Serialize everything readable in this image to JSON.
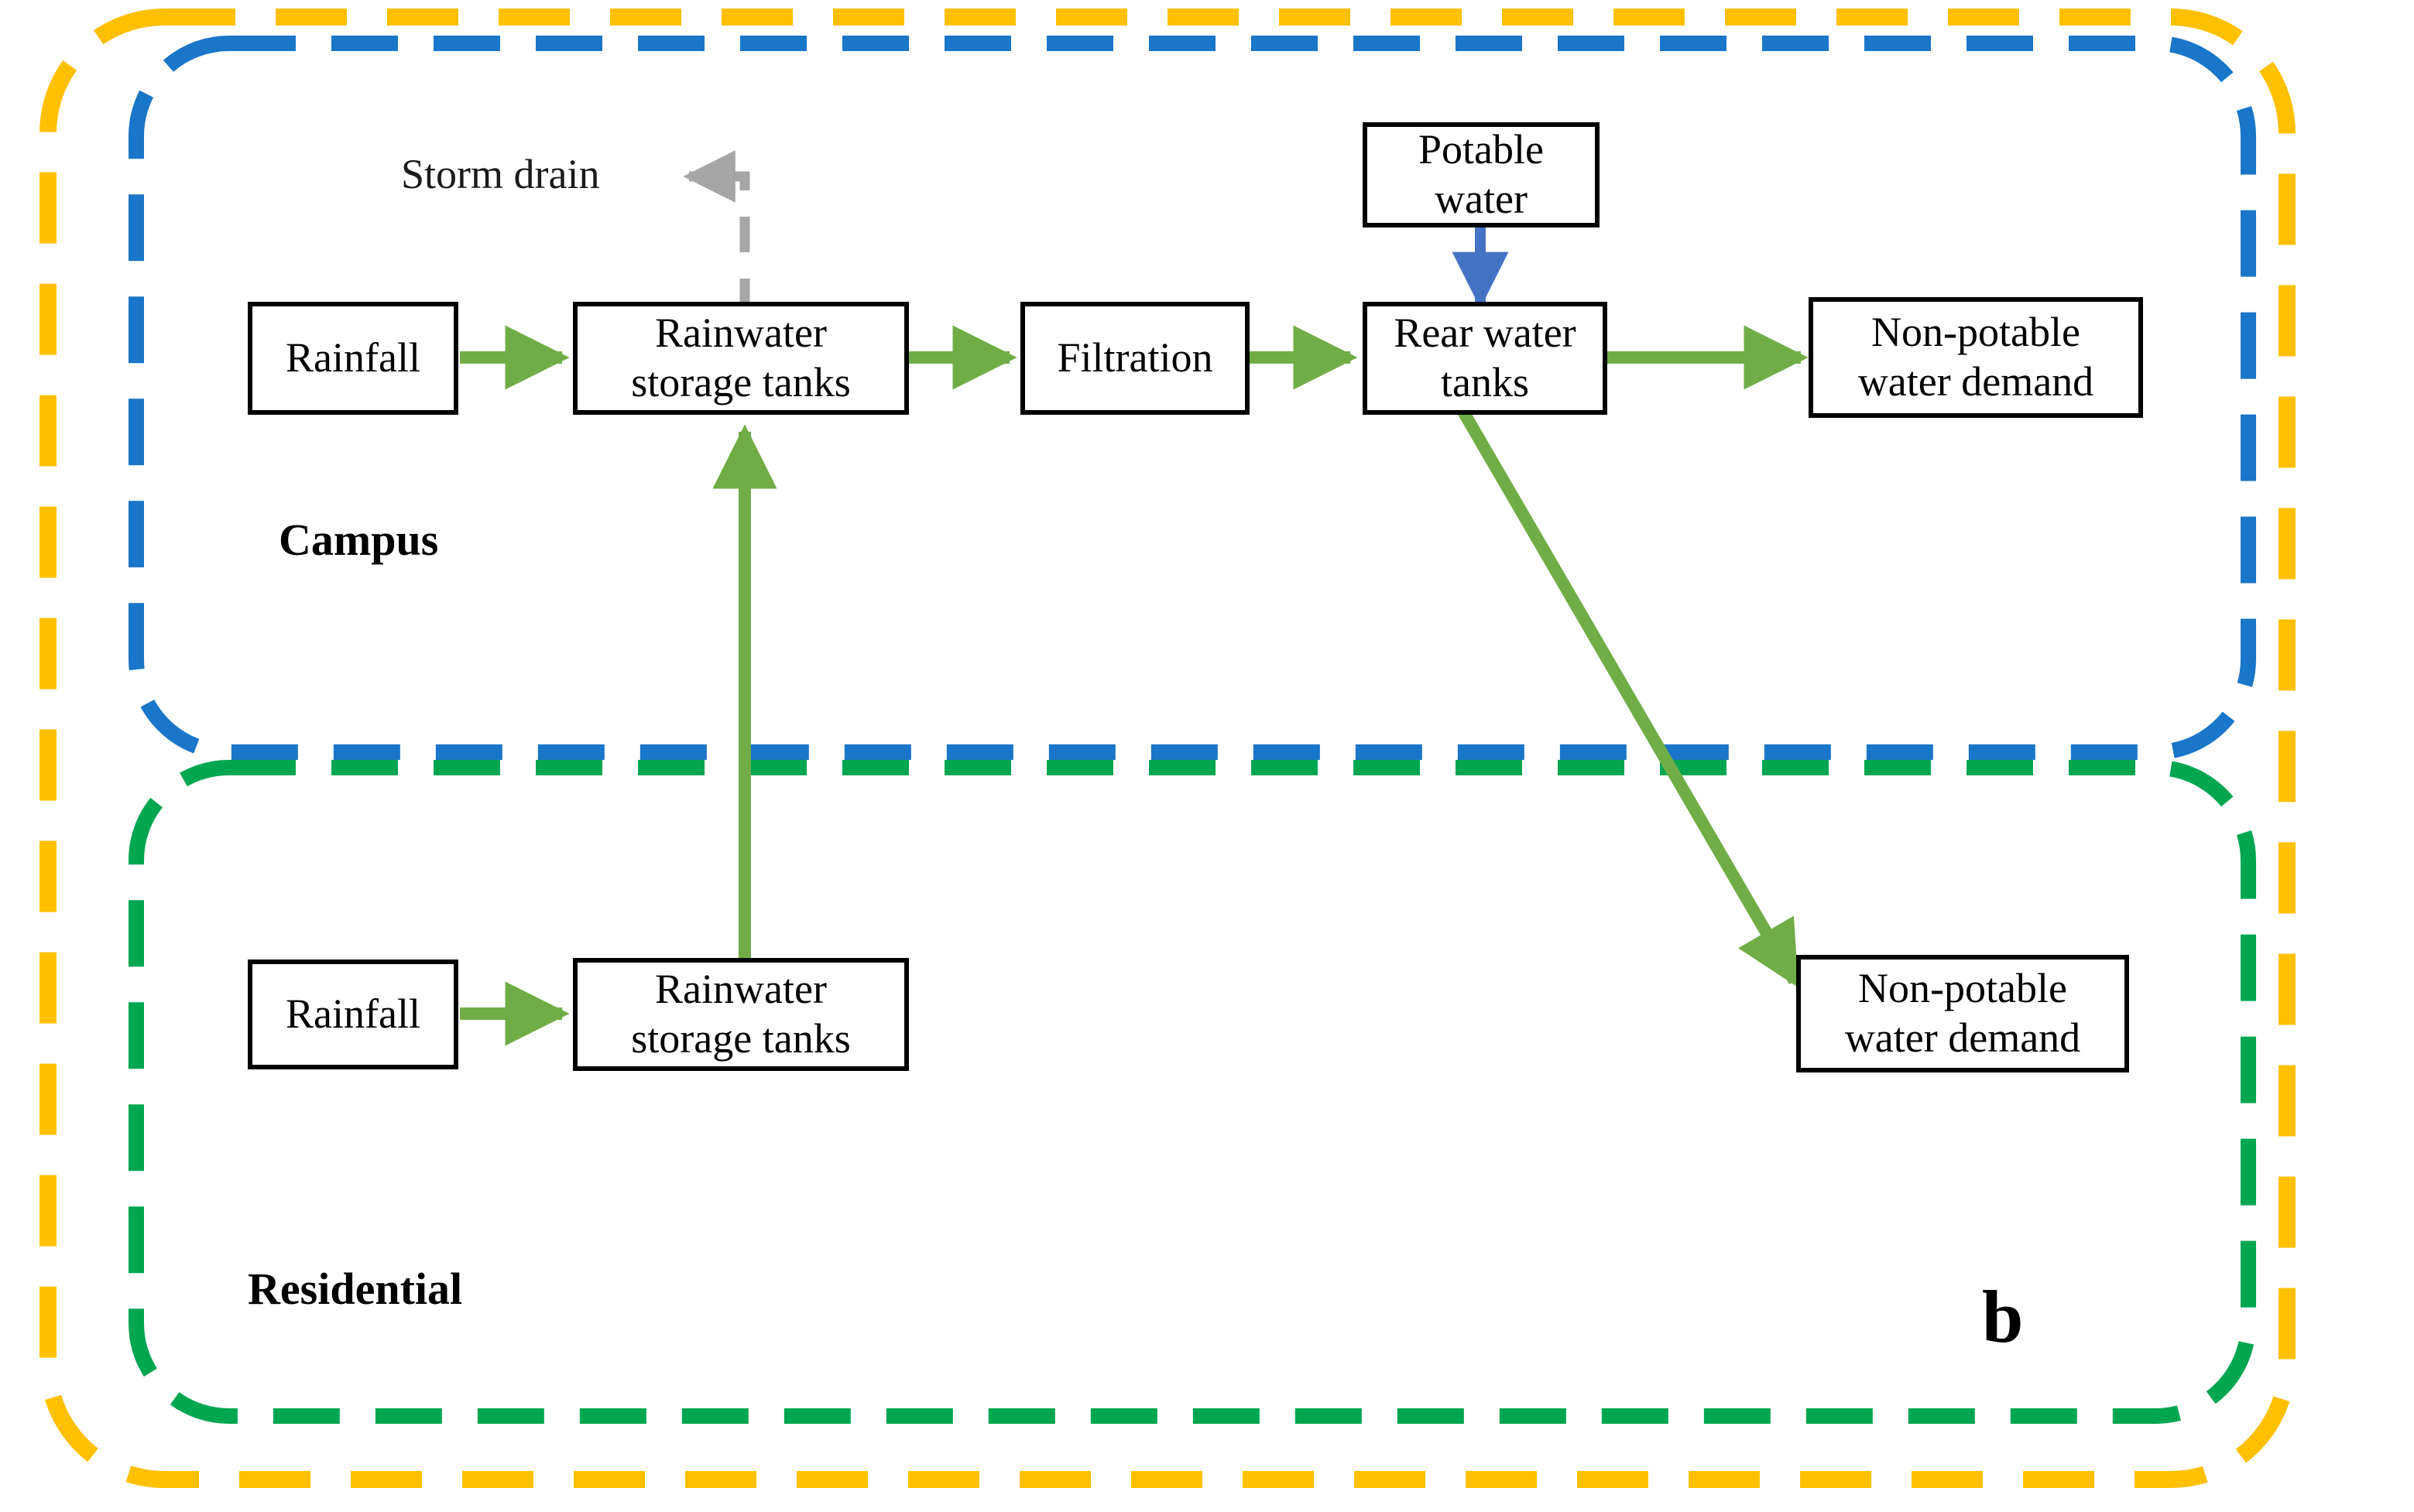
{
  "figure": {
    "panel_letter": "b",
    "zones": [
      {
        "id": "outer",
        "label": "",
        "color": "#FFC000"
      },
      {
        "id": "campus",
        "label": "Campus",
        "color": "#1976C8"
      },
      {
        "id": "residential",
        "label": "Residential",
        "color": "#00A650"
      }
    ]
  },
  "campus": {
    "label": "Campus",
    "nodes": {
      "rainfall": "Rainfall",
      "storage_tanks": "Rainwater\nstorage tanks",
      "filtration": "Filtration",
      "potable_water": "Potable\nwater",
      "rear_water_tanks": "Rear water\ntanks",
      "non_potable_demand": "Non-potable\nwater demand"
    },
    "storm_drain_label": "Storm drain"
  },
  "residential": {
    "label": "Residential",
    "nodes": {
      "rainfall": "Rainfall",
      "storage_tanks": "Rainwater\nstorage tanks",
      "non_potable_demand": "Non-potable\nwater demand"
    }
  },
  "colors": {
    "flow_green": "#70AD47",
    "potable_blue": "#4472C4",
    "storm_drain_gray": "#A6A6A6",
    "campus_border": "#1976C8",
    "residential_border": "#00A650",
    "outer_border": "#FFC000",
    "node_border": "#000000"
  },
  "flows": [
    {
      "from": "campus.rainfall",
      "to": "campus.storage_tanks",
      "type": "green-arrow"
    },
    {
      "from": "campus.storage_tanks",
      "to": "campus.filtration",
      "type": "green-arrow"
    },
    {
      "from": "campus.filtration",
      "to": "campus.rear_water_tanks",
      "type": "green-arrow"
    },
    {
      "from": "campus.rear_water_tanks",
      "to": "campus.non_potable_demand",
      "type": "green-arrow"
    },
    {
      "from": "campus.potable_water",
      "to": "campus.rear_water_tanks",
      "type": "blue-arrow"
    },
    {
      "from": "campus.storage_tanks",
      "to": "campus.storm_drain",
      "type": "gray-dashed-arrow"
    },
    {
      "from": "residential.rainfall",
      "to": "residential.storage_tanks",
      "type": "green-arrow"
    },
    {
      "from": "residential.storage_tanks",
      "to": "campus.storage_tanks",
      "type": "green-arrow"
    },
    {
      "from": "campus.rear_water_tanks",
      "to": "residential.non_potable_demand",
      "type": "green-arrow"
    }
  ]
}
